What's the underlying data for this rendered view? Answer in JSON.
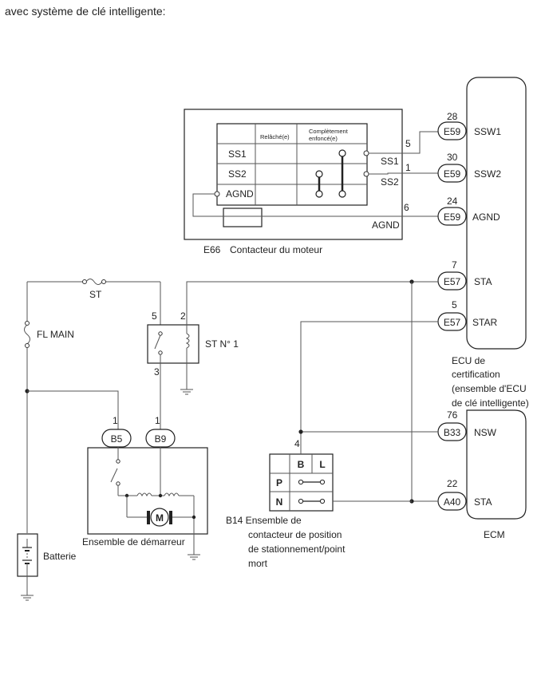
{
  "header": "avec système de clé intelligente:",
  "engine_switch": {
    "id": "E66",
    "name": "Contacteur du moteur",
    "col_released": "Relâché(e)",
    "col_pressed_1": "Complètement",
    "col_pressed_2": "enfoncé(e)",
    "row_ss1": "SS1",
    "row_ss2": "SS2",
    "row_agnd": "AGND",
    "out_ss1": "SS1",
    "out_ss2": "SS2",
    "out_agnd": "AGND"
  },
  "certification_ecu": {
    "lines": [
      "ECU de",
      "certification",
      "(ensemble d'ECU",
      "de clé intelligente)"
    ],
    "pins": [
      {
        "pin": "28",
        "conn": "E59",
        "signal": "SSW1",
        "wire": "5"
      },
      {
        "pin": "30",
        "conn": "E59",
        "signal": "SSW2",
        "wire": "1"
      },
      {
        "pin": "24",
        "conn": "E59",
        "signal": "AGND",
        "wire": "6"
      },
      {
        "pin": "7",
        "conn": "E57",
        "signal": "STA"
      },
      {
        "pin": "5",
        "conn": "E57",
        "signal": "STAR"
      }
    ]
  },
  "ecm": {
    "name": "ECM",
    "pins": [
      {
        "pin": "76",
        "conn": "B33",
        "signal": "NSW"
      },
      {
        "pin": "22",
        "conn": "A40",
        "signal": "STA"
      }
    ]
  },
  "fuse_st": "ST",
  "fuse_fl_main": "FL MAIN",
  "relay": {
    "name": "ST N° 1",
    "pin_5": "5",
    "pin_2": "2",
    "pin_3": "3"
  },
  "starter": {
    "name": "Ensemble de démarreur",
    "b5": "B5",
    "b5_pin": "1",
    "b9": "B9",
    "b9_pin": "1",
    "motor": "M"
  },
  "battery": "Batterie",
  "park_neutral": {
    "lines": [
      "B14 Ensemble de",
      "contacteur de position",
      "de stationnement/point",
      "mort"
    ],
    "pin": "4",
    "col_b": "B",
    "col_l": "L",
    "row_p": "P",
    "row_n": "N"
  }
}
